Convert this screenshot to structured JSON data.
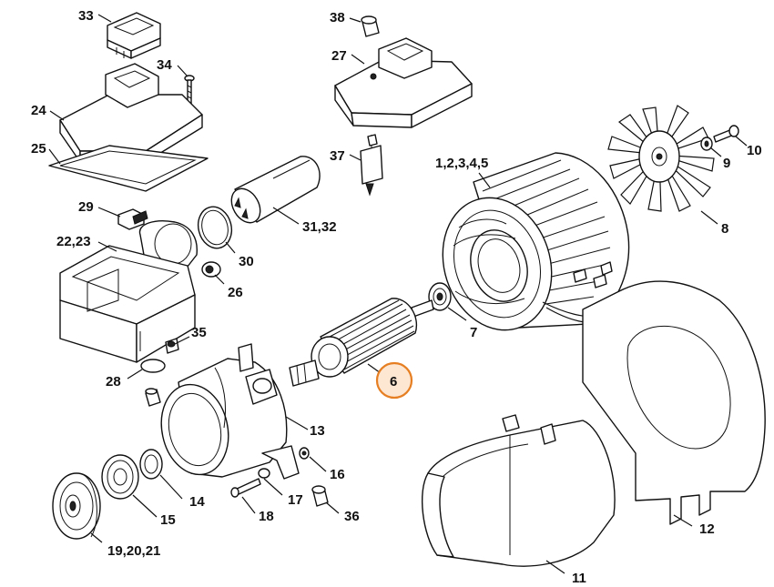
{
  "diagram": {
    "labels": {
      "p1_2_3_4_5": "1,2,3,4,5",
      "p6": "6",
      "p7": "7",
      "p8": "8",
      "p9": "9",
      "p10": "10",
      "p11": "11",
      "p12": "12",
      "p13": "13",
      "p14": "14",
      "p15": "15",
      "p16": "16",
      "p17": "17",
      "p18": "18",
      "p19_20_21": "19,20,21",
      "p22_23": "22,23",
      "p24": "24",
      "p25": "25",
      "p26": "26",
      "p27": "27",
      "p28": "28",
      "p29": "29",
      "p30": "30",
      "p31_32": "31,32",
      "p33": "33",
      "p34": "34",
      "p35": "35",
      "p36": "36",
      "p37": "37",
      "p38": "38"
    },
    "highlighted_part": "6",
    "highlight_color": "#e67e22"
  }
}
